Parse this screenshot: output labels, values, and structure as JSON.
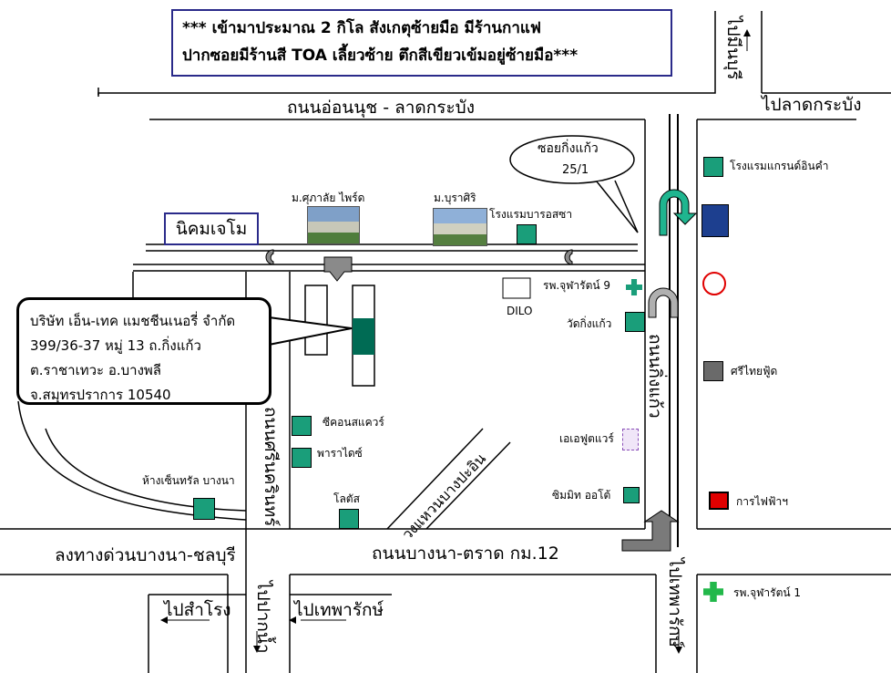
{
  "notice": {
    "line1": "*** เข้ามาประมาณ 2 กิโล สังเกตุซ้ายมือ  มีร้านกาแฟ",
    "line2": "ปากซอยมีร้านสี TOA เลี้ยวซ้าย ตึกสีเขียวเข้มอยู่ซ้ายมือ***"
  },
  "roads": {
    "onnut": "ถนนอ่อนนุช - ลาดกระบัง",
    "bangna_trat": "ถนนบางนา-ตราด กม.12",
    "kingkaew": "ถนนกิ่งแก้ว",
    "srinakarin": "ถนนศรีนครินทร์",
    "ring_bangprain": "วงแหวนบางปะอิน",
    "expressway": "ลงทางด่วนบางนา-ชลบุรี"
  },
  "directions": {
    "to_minburi": "ไปมีนบุรี",
    "to_latkrabang": "ไปลาดกระบัง",
    "to_samrong": "ไปสำโรง",
    "to_paknam": "ไปปากน้ำ",
    "to_thepharak": "ไปเทพารักษ์",
    "to_thepharak_right": "ไปเทพารักษ์"
  },
  "callout": {
    "soi": "ซอยกิ่งแก้ว",
    "soi_no": "25/1"
  },
  "estate_label": "นิคมเจโม",
  "company": {
    "line1": "บริษัท เอ็น-เทค แมชชีนเนอรี่  จำกัด",
    "line2": "399/36-37  หมู่ 13  ถ.กิ่งแก้ว",
    "line3": "ต.ราชาเทวะ  อ.บางพลี",
    "line4": "จ.สมุทรปราการ   10540"
  },
  "places": {
    "m_suphalai": "ม.ศุภาลัย ไพร์ด",
    "m_burasiri": "ม.บุราศิริ",
    "hotel_bara": "โรงแรมบารอสซา",
    "hosp_chularat9": "รพ.จุฬารัตน์ 9",
    "dilo": "DILO",
    "wat_kingkaew": "วัดกิ่งแก้ว",
    "seacon": "ซีคอนสแควร์",
    "paradise": "พาราไดซ์",
    "lotus": "โลตัส",
    "central_bangna": "ห้างเซ็นทรัล  บางนา",
    "aa_furniture": "เอเอฟูตแวร์",
    "simmit_auto": "ซิมมิท ออโต้",
    "hotel_grand": "โรงแรมแกรนด์อินคำ",
    "srithai": "ศรีไทยฟู้ด",
    "pea": "การไฟฟ้าฯ",
    "hosp_chularat1": "รพ.จุฬารัตน์ 1"
  },
  "colors": {
    "icon_green": "#1a9e7a",
    "building_teal": "#006b54",
    "road_gray": "#8a8a8a",
    "frame_blue": "#2a2a8a",
    "pea_red": "#e00000",
    "bank_blue": "#1d3f8f",
    "hospital_green": "#22b84a"
  }
}
